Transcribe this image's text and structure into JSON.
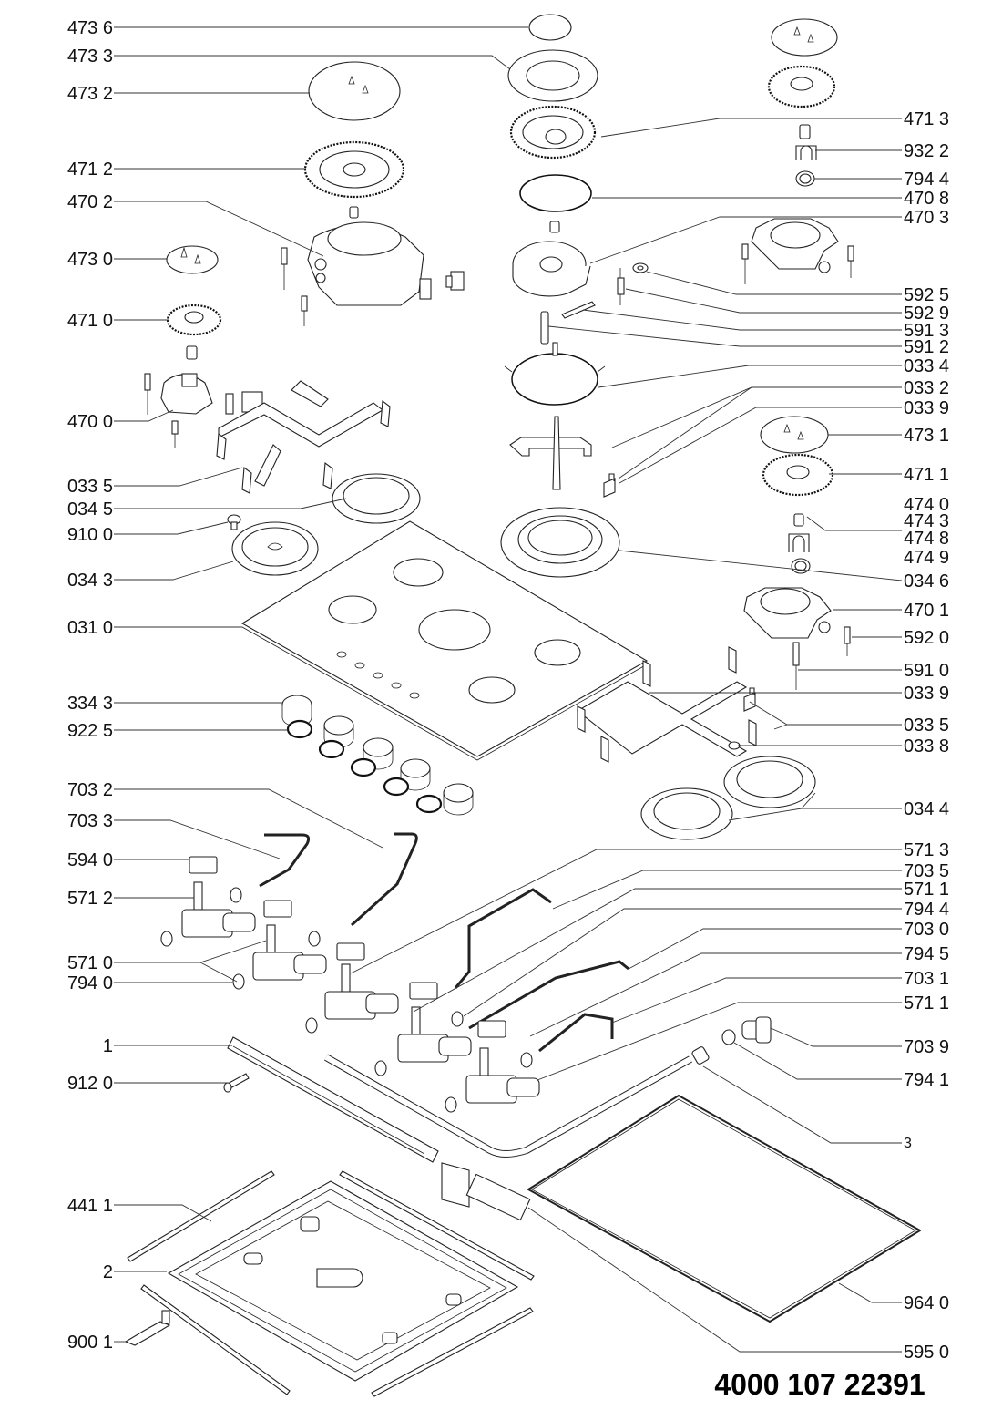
{
  "document_number": "4000 107 22391",
  "labels_left": [
    {
      "id": "473 6"
    },
    {
      "id": "473 3"
    },
    {
      "id": "473 2"
    },
    {
      "id": "471 2"
    },
    {
      "id": "470 2"
    },
    {
      "id": "473 0"
    },
    {
      "id": "471 0"
    },
    {
      "id": "470 0"
    },
    {
      "id": "033 5"
    },
    {
      "id": "034 5"
    },
    {
      "id": "910 0"
    },
    {
      "id": "034 3"
    },
    {
      "id": "031 0"
    },
    {
      "id": "334 3"
    },
    {
      "id": "922 5"
    },
    {
      "id": "703 2"
    },
    {
      "id": "703 3"
    },
    {
      "id": "594 0"
    },
    {
      "id": "571 2"
    },
    {
      "id": "571 0"
    },
    {
      "id": "794 0"
    },
    {
      "id": "1"
    },
    {
      "id": "912 0"
    },
    {
      "id": "441 1"
    },
    {
      "id": "2"
    },
    {
      "id": "900 1"
    }
  ],
  "labels_right": [
    {
      "id": "471 3"
    },
    {
      "id": "932 2"
    },
    {
      "id": "794 4"
    },
    {
      "id": "470 8"
    },
    {
      "id": "470 3"
    },
    {
      "id": "592 5"
    },
    {
      "id": "592 9"
    },
    {
      "id": "591 3"
    },
    {
      "id": "591 2"
    },
    {
      "id": "033 4"
    },
    {
      "id": "033 2"
    },
    {
      "id": "033 9"
    },
    {
      "id": "473 1"
    },
    {
      "id": "471 1"
    },
    {
      "id": "474 0"
    },
    {
      "id": "474 3"
    },
    {
      "id": "474 8"
    },
    {
      "id": "474 9"
    },
    {
      "id": "034 6"
    },
    {
      "id": "470 1"
    },
    {
      "id": "592 0"
    },
    {
      "id": "591 0"
    },
    {
      "id": "033 9"
    },
    {
      "id": "033 5"
    },
    {
      "id": "033 8"
    },
    {
      "id": "034 4"
    },
    {
      "id": "571 3"
    },
    {
      "id": "703 5"
    },
    {
      "id": "571 1"
    },
    {
      "id": "794 4"
    },
    {
      "id": "703 0"
    },
    {
      "id": "794 5"
    },
    {
      "id": "703 1"
    },
    {
      "id": "571 1"
    },
    {
      "id": "703 9"
    },
    {
      "id": "794 1"
    },
    {
      "id": "3"
    },
    {
      "id": "964 0"
    },
    {
      "id": "595 0"
    }
  ]
}
